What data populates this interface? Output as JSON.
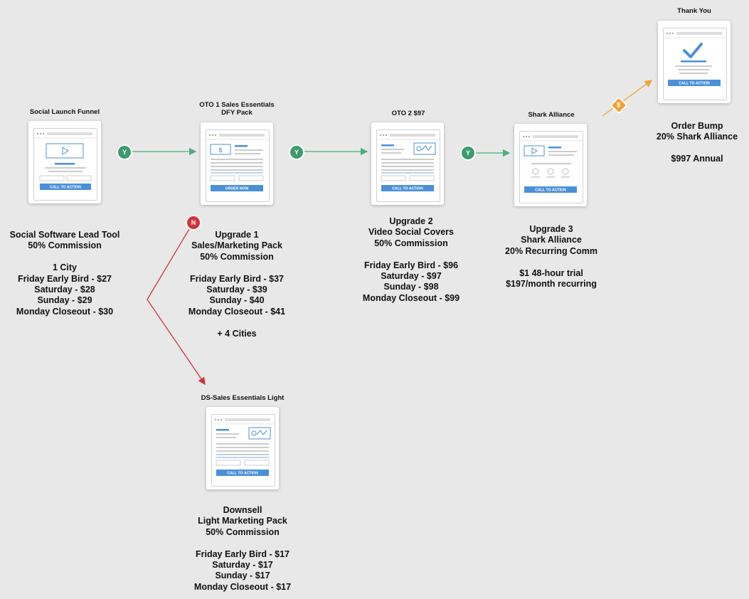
{
  "nodes": [
    {
      "title": "Social Launch Funnel",
      "button": "CALL TO ACTION",
      "lines": [
        "Social Software Lead Tool",
        "50% Commission",
        "",
        "1 City",
        "Friday Early Bird - $27",
        "Saturday - $28",
        "Sunday - $29",
        "Monday Closeout - $30"
      ]
    },
    {
      "title_lines": [
        "OTO 1 Sales Essentials",
        "DFY Pack"
      ],
      "button": "ORDER NOW",
      "lines": [
        "Upgrade 1",
        "Sales/Marketing Pack",
        "50% Commission",
        "",
        "Friday Early Bird - $37",
        "Saturday - $39",
        "Sunday - $40",
        "Monday Closeout - $41",
        "",
        "+ 4 Cities"
      ]
    },
    {
      "title": "OTO 2 $97",
      "button": "CALL TO ACTION",
      "lines": [
        "Upgrade 2",
        "Video Social Covers",
        "50% Commission",
        "",
        "Friday Early Bird - $96",
        "Saturday - $97",
        "Sunday - $98",
        "Monday Closeout - $99"
      ]
    },
    {
      "title": "Shark Alliance",
      "button": "CALL TO ACTION",
      "lines": [
        "Upgrade 3",
        "Shark Alliance",
        "20% Recurring Comm",
        "",
        "$1 48-hour trial",
        "$197/month recurring"
      ]
    },
    {
      "title": "Thank You",
      "button": "CALL TO ACTION",
      "lines": [
        "Order Bump",
        "20% Shark Alliance",
        "",
        "$997 Annual"
      ]
    },
    {
      "title": "DS-Sales Essentials Light",
      "button": "CALL TO ACTION",
      "lines": [
        "Downsell",
        "Light Marketing Pack",
        "50% Commission",
        "",
        "Friday Early Bird - $17",
        "Saturday - $17",
        "Sunday - $17",
        "Monday Closeout - $17"
      ]
    }
  ],
  "connectors": {
    "yes_label": "Y",
    "no_label": "N",
    "bump_label": "$"
  },
  "colors": {
    "yes_arrow": "#4caf7d",
    "no_arrow": "#d3323c",
    "bump_arrow": "#f0a233",
    "accent": "#4a90d9"
  }
}
